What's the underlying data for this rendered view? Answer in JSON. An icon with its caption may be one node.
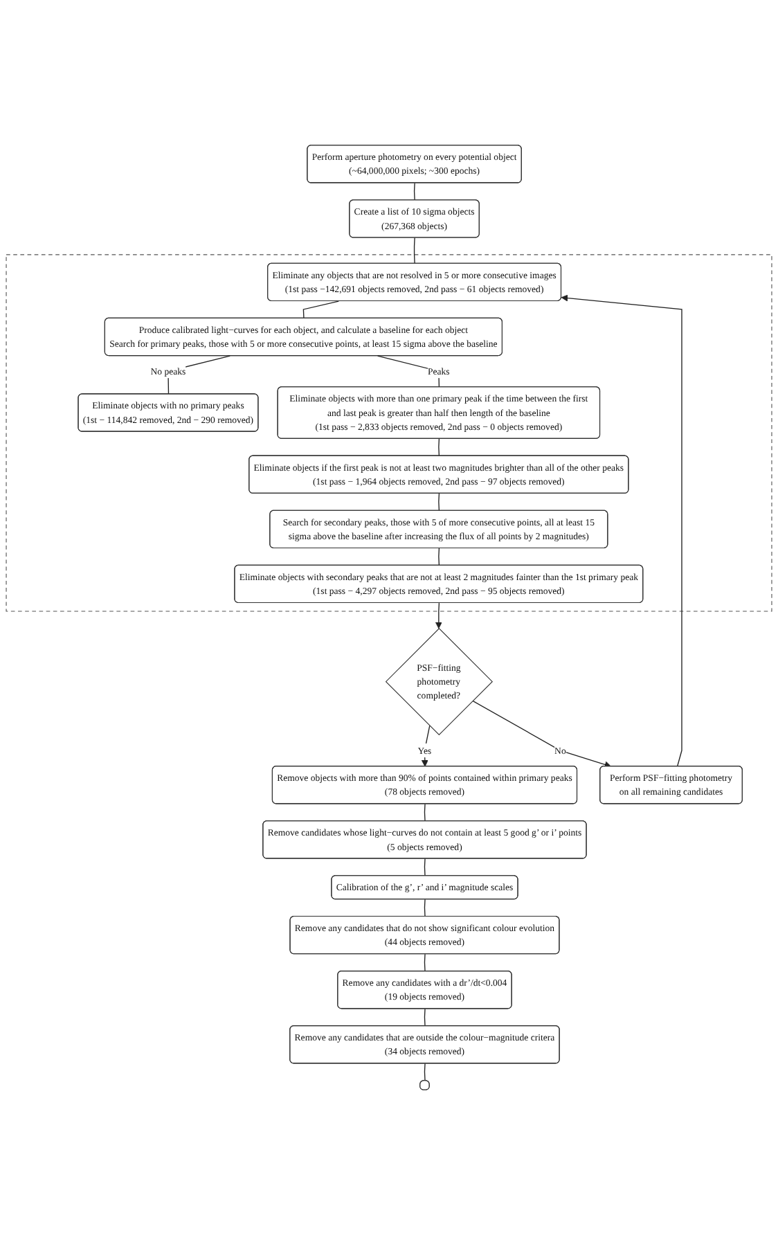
{
  "diagram": {
    "nodes": [
      {
        "text": [
          "Perform aperture photometry on every potential object",
          "(~64,000,000 pixels; ~300 epochs)"
        ]
      },
      {
        "text": [
          "Create a list of 10 sigma objects",
          "(267,368 objects)"
        ]
      },
      {
        "text": [],
        "shape": "box"
      },
      {
        "text": [
          "Eliminate any objects that are not resolved in 5 or more consecutive images",
          "(1st pass −142,691 objects removed, 2nd pass − 61 objects removed)"
        ],
        "in": 2
      },
      {
        "text": [
          "Produce calibrated light−curves for each object, and calculate a baseline for each object",
          "Search for primary peaks, those with 5 or more consecutive points, at least 15 sigma above the baseline"
        ],
        "in": 2
      },
      {
        "text": [
          "Eliminate objects with no primary peaks",
          "(1st − 114,842 removed, 2nd − 290 removed)"
        ],
        "in": 2
      },
      {
        "text": [
          "Eliminate objects with more than one primary peak if the time between the first and last peak is greater than half then length of the baseline",
          "(1st pass − 2,833 objects removed, 2nd pass − 0 objects removed)"
        ],
        "in": 2
      },
      {
        "text": [
          "Eliminate objects if the first peak is not at least two magnitudes brighter than all of the other peaks",
          "(1st pass − 1,964 objects removed, 2nd pass − 97 objects removed)"
        ],
        "in": 2
      },
      {
        "text": [
          "Search for secondary peaks, those with 5 of more consecutive points, all at least 15 sigma above the baseline after increasing the flux of all points by 2 magnitudes)"
        ],
        "in": 2
      },
      {
        "text": [
          "Eliminate objects with secondary peaks that are not at least 2 magnitudes fainter than the 1st primary peak",
          "(1st pass − 4,297 objects removed, 2nd pass − 95 objects removed)"
        ],
        "in": 2
      },
      {
        "text": [
          "PSF−fitting photometry completed?"
        ]
      },
      {
        "text": [
          "Perform PSF−fitting photometry on all remaining candidates"
        ]
      },
      {
        "text": [
          "Remove objects with more than 90% of points contained within primary peaks",
          "(78 objects removed)"
        ]
      },
      {
        "text": [
          "Remove candidates whose light−curves do not contain at least 5 good g’ or i’ points",
          "(5 objects removed)"
        ]
      },
      {
        "text": [
          "Calibration of the g’, r’ and i’ magnitude scales"
        ]
      },
      {
        "text": [
          "Remove any candidates that do not show significant colour evolution",
          "(44 objects removed)"
        ]
      },
      {
        "text": [
          "Remove any candidates with a dr’/dt<0.004",
          "(19 objects removed)"
        ]
      },
      {
        "text": [
          "Remove any candidates that are outside the colour−magnitude critera",
          "(34 objects removed)"
        ]
      },
      {
        "text": [],
        "shape": "box"
      }
    ],
    "edges": [
      {
        "from": 0,
        "to": 1,
        "arrow": "none"
      },
      {
        "from": 1,
        "to": 3,
        "arrow": "none"
      },
      {
        "from": 3,
        "to": 4,
        "arrow": "none"
      },
      {
        "from": 4,
        "to": 5,
        "label": "No peaks",
        "arrow": "none"
      },
      {
        "from": 4,
        "to": 6,
        "label": "Peaks",
        "arrow": "none"
      },
      {
        "from": 6,
        "to": 7,
        "arrow": "none"
      },
      {
        "from": 7,
        "to": 8,
        "arrow": "none"
      },
      {
        "from": 8,
        "to": 9,
        "arrow": "none"
      },
      {
        "from": 9,
        "to": 10,
        "arrow": "to"
      },
      {
        "from": 10,
        "to": 11,
        "label": "No",
        "arrow": "to"
      },
      {
        "from": 10,
        "to": 12,
        "label": "Yes",
        "arrow": "to"
      },
      {
        "from": 11,
        "to": 3,
        "arrow": "to"
      },
      {
        "from": 12,
        "to": 13,
        "arrow": "none"
      },
      {
        "from": 13,
        "to": 14,
        "arrow": "none"
      },
      {
        "from": 14,
        "to": 15,
        "arrow": "none"
      },
      {
        "from": 15,
        "to": 16,
        "arrow": "none"
      },
      {
        "from": 16,
        "to": 17,
        "arrow": "none"
      },
      {
        "from": 17,
        "to": 18,
        "arrow": "none"
      }
    ]
  }
}
